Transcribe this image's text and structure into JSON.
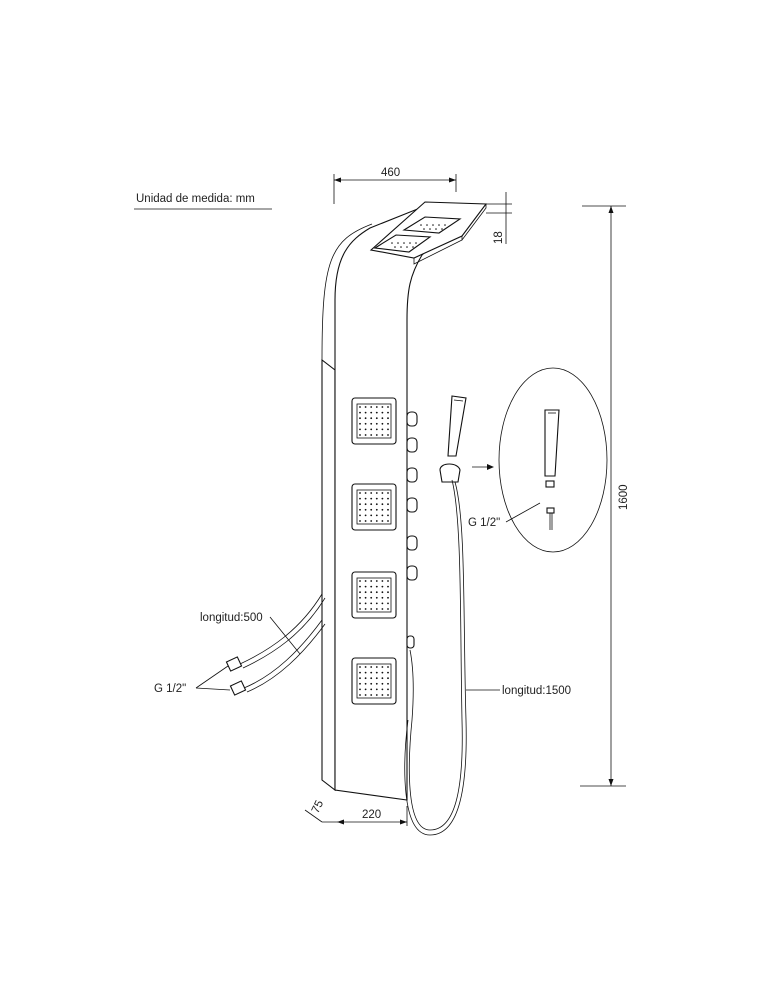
{
  "unit_label": "Unidad de medida: mm",
  "dimensions": {
    "top_width": "460",
    "top_thickness": "18",
    "height": "1600",
    "depth": "75",
    "bottom_width": "220"
  },
  "callouts": {
    "hose_length_left": "longitud:500",
    "thread_left": "G 1/2\"",
    "thread_detail": "G 1/2\"",
    "hose_length_right": "longitud:1500"
  },
  "colors": {
    "line": "#111111",
    "background": "#ffffff"
  }
}
